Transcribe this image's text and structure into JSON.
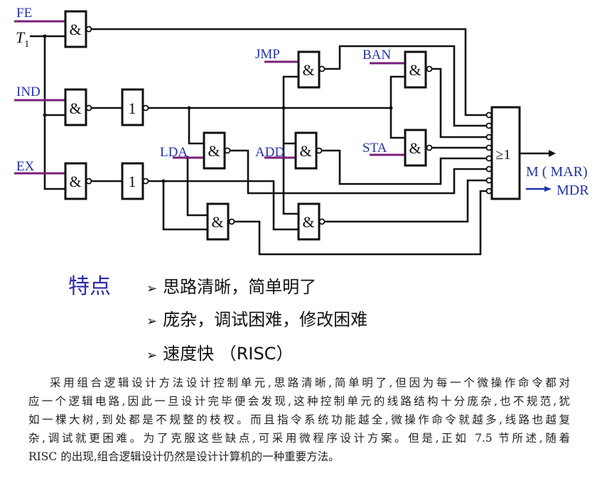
{
  "diagram": {
    "inputs": {
      "fe": "FE",
      "t1": "T",
      "t1_sub": "1",
      "ind": "IND",
      "ex": "EX",
      "lda": "LDA",
      "jmp": "JMP",
      "add": "ADD",
      "ban": "BAN",
      "sta": "STA"
    },
    "gate_and": "&",
    "gate_not": "1",
    "gate_or": "≥1",
    "output_line1": "M ( MAR)",
    "output_line2": "MDR"
  },
  "features": {
    "title": "特点",
    "marker": "➢",
    "items": [
      "思路清晰，简单明了",
      "庞杂，调试困难，修改困难",
      "速度快  （RISC）"
    ]
  },
  "paragraph": {
    "lines": [
      "采用组合逻辑设计方法设计控制单元,思路清晰,简单明了,但因为每一个微操作命令都对",
      "应一个逻辑电路,因此一旦设计完毕便会发现,这种控制单元的线路结构十分庞杂,也不规范,犹",
      "如一棵大树,到处都是不规整的枝杈。而且指令系统功能越全,微操作命令就越多,线路也越复",
      "杂,调试就更困难。为了克服这些缺点,可采用微程序设计方案。但是,正如 7.5 节所述,随着",
      "RISC 的出现,组合逻辑设计仍然是设计计算机的一种重要方法。"
    ]
  }
}
